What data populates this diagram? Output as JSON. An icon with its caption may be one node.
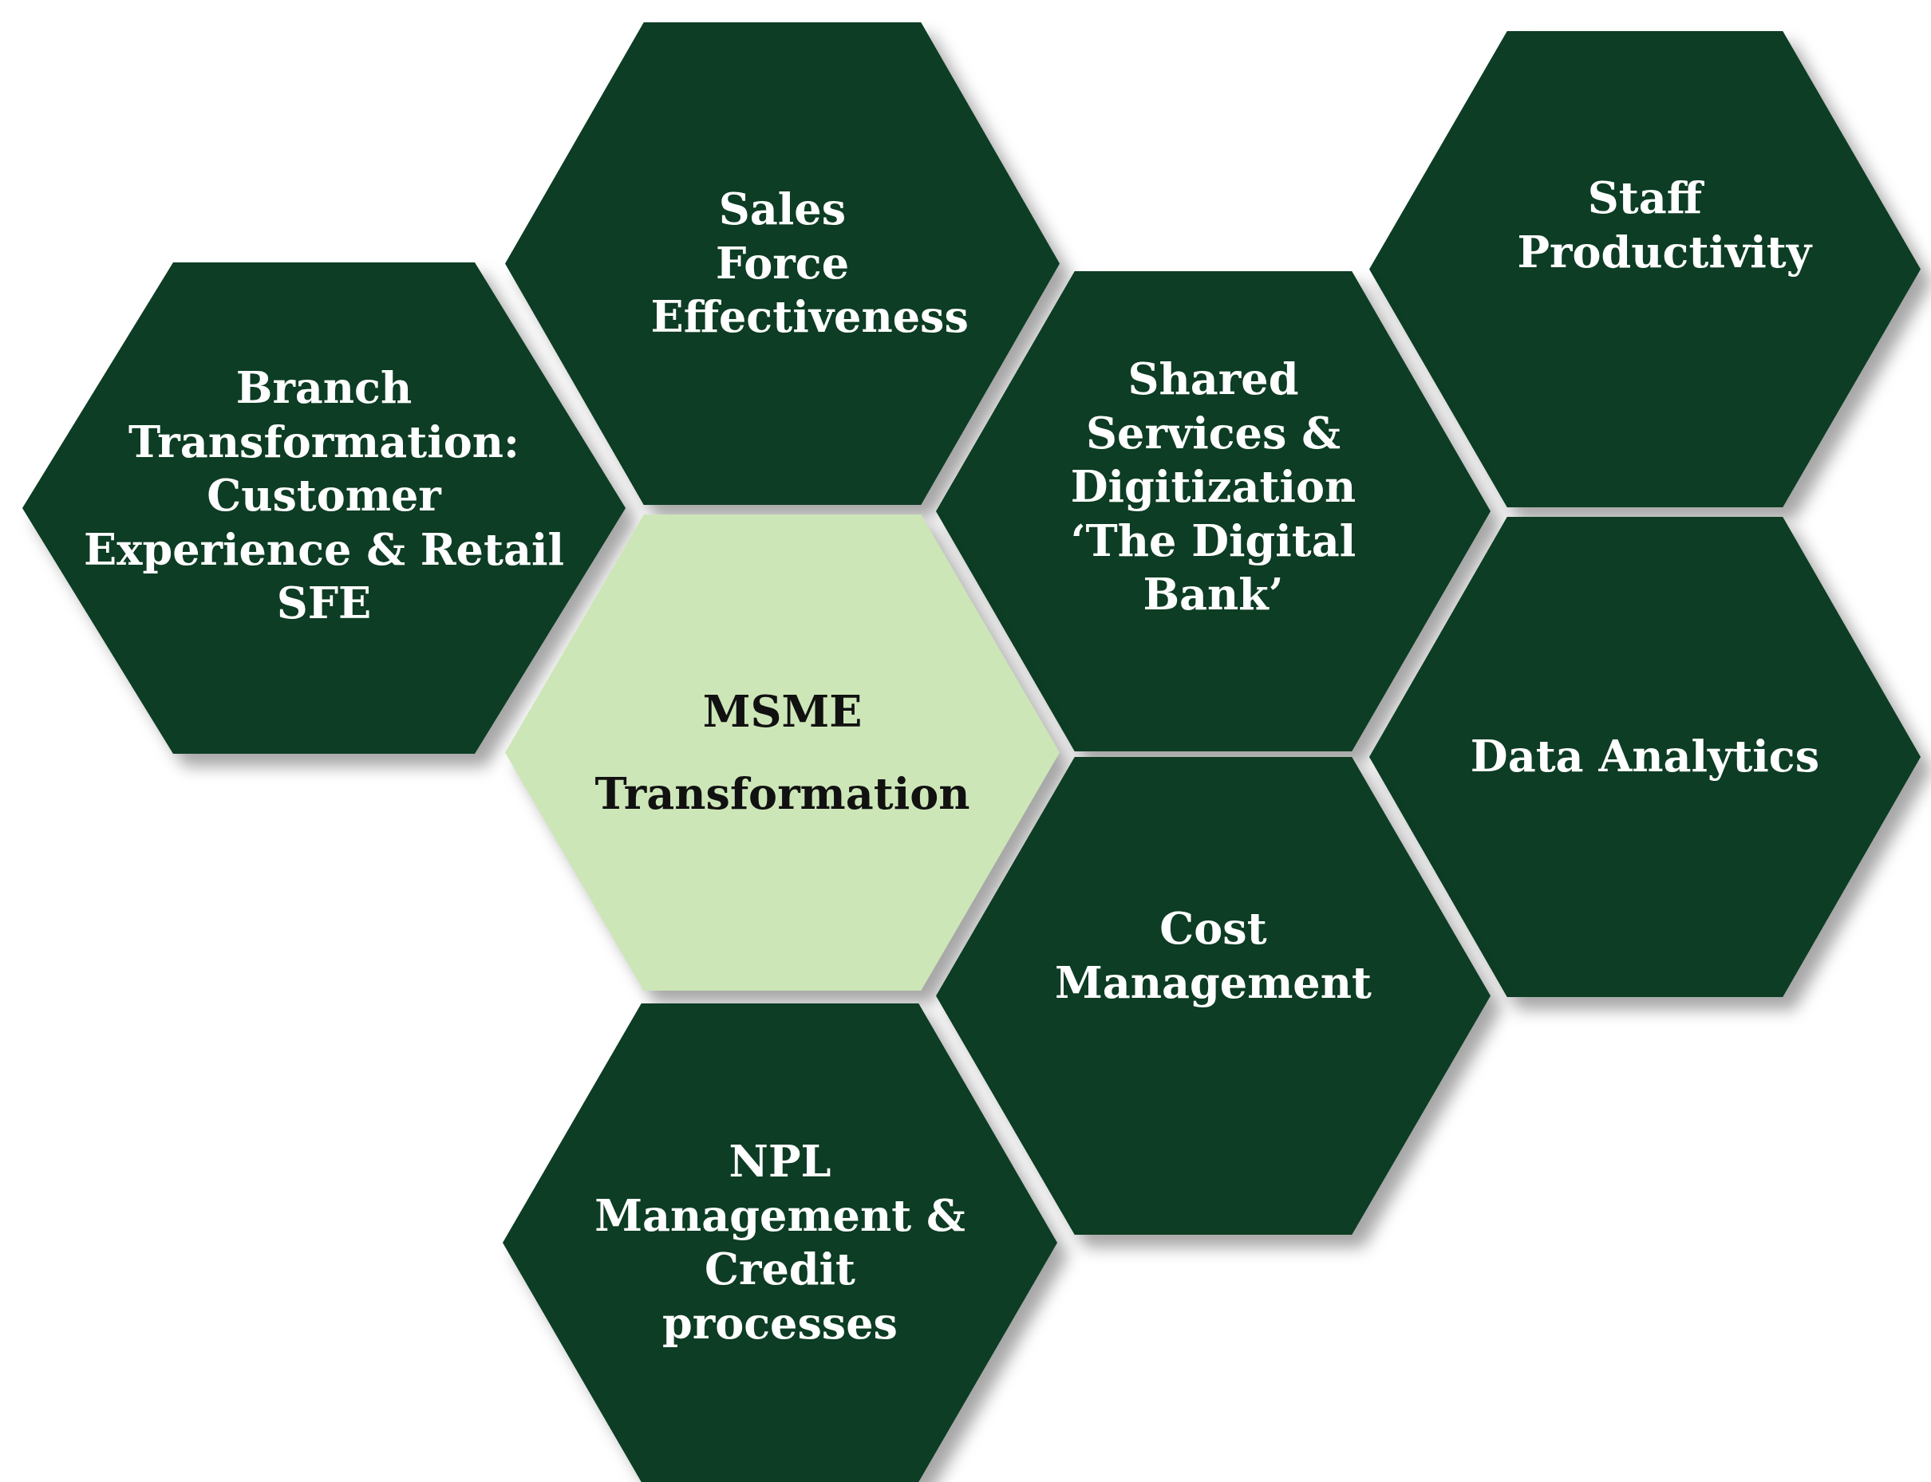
{
  "diagram": {
    "nodes": [
      {
        "text": [
          "Sales Force Effectiveness"
        ]
      },
      {
        "text": [
          "Staff Productivity"
        ]
      },
      {
        "text": [
          "Branch Transformation: Customer Experience & Retail SFE"
        ]
      },
      {
        "text": [
          "Shared Services & Digitization ‘The Digital Bank’"
        ]
      },
      {
        "text": [
          "MSME Transformation"
        ]
      },
      {
        "text": [
          "Data Analytics"
        ]
      },
      {
        "text": [
          "Cost Management"
        ]
      },
      {
        "text": [
          "NPL Management & Credit processes"
        ]
      }
    ]
  }
}
